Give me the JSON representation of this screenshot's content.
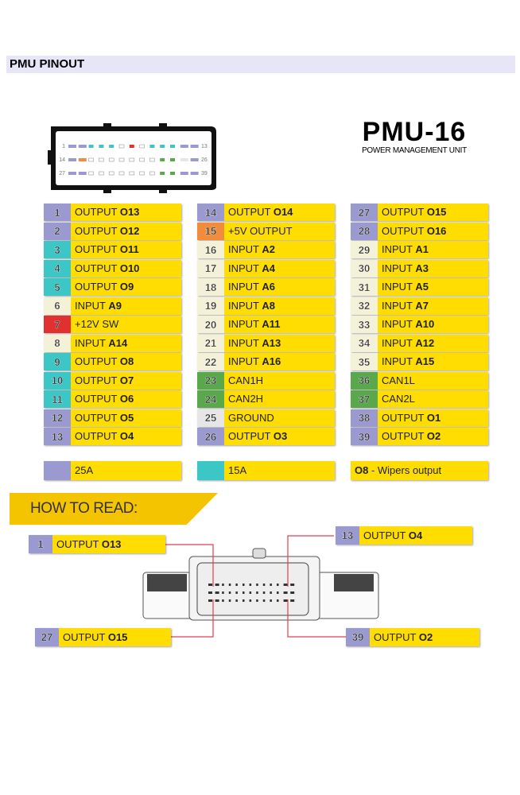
{
  "title": "PMU PINOUT",
  "brand": {
    "name": "PMU-16",
    "subtitle": "POWER MANAGEMENT UNIT"
  },
  "colors": {
    "purple": "#9a9ad0",
    "teal": "#3cc6c6",
    "cream": "#f4f1d9",
    "red": "#e03030",
    "orange": "#f08c3c",
    "green": "#5aa84c",
    "gray": "#e6e6e6",
    "yellow": "#ffdd00"
  },
  "columns": [
    [
      {
        "n": "1",
        "c": "purple",
        "p": "OUTPUT ",
        "b": "O13"
      },
      {
        "n": "2",
        "c": "purple",
        "p": "OUTPUT ",
        "b": "O12"
      },
      {
        "n": "3",
        "c": "teal",
        "p": "OUTPUT ",
        "b": "O11"
      },
      {
        "n": "4",
        "c": "teal",
        "p": "OUTPUT ",
        "b": "O10"
      },
      {
        "n": "5",
        "c": "teal",
        "p": "OUTPUT ",
        "b": "O9"
      },
      {
        "n": "6",
        "c": "cream",
        "p": "INPUT ",
        "b": "A9"
      },
      {
        "n": "7",
        "c": "red",
        "p": "+12V SW",
        "b": ""
      },
      {
        "n": "8",
        "c": "cream",
        "p": "INPUT ",
        "b": "A14"
      },
      {
        "n": "9",
        "c": "teal",
        "p": "OUTPUT ",
        "b": "O8"
      },
      {
        "n": "10",
        "c": "teal",
        "p": "OUTPUT ",
        "b": "O7"
      },
      {
        "n": "11",
        "c": "teal",
        "p": "OUTPUT ",
        "b": "O6"
      },
      {
        "n": "12",
        "c": "purple",
        "p": "OUTPUT ",
        "b": "O5"
      },
      {
        "n": "13",
        "c": "purple",
        "p": "OUTPUT ",
        "b": "O4"
      }
    ],
    [
      {
        "n": "14",
        "c": "purple",
        "p": "OUTPUT ",
        "b": "O14"
      },
      {
        "n": "15",
        "c": "orange",
        "p": "+5V OUTPUT",
        "b": ""
      },
      {
        "n": "16",
        "c": "cream",
        "p": "INPUT ",
        "b": "A2"
      },
      {
        "n": "17",
        "c": "cream",
        "p": "INPUT ",
        "b": "A4"
      },
      {
        "n": "18",
        "c": "cream",
        "p": "INPUT ",
        "b": "A6"
      },
      {
        "n": "19",
        "c": "cream",
        "p": "INPUT ",
        "b": "A8"
      },
      {
        "n": "20",
        "c": "cream",
        "p": "INPUT ",
        "b": "A11"
      },
      {
        "n": "21",
        "c": "cream",
        "p": "INPUT ",
        "b": "A13"
      },
      {
        "n": "22",
        "c": "cream",
        "p": "INPUT ",
        "b": "A16"
      },
      {
        "n": "23",
        "c": "green",
        "p": "CAN1H",
        "b": ""
      },
      {
        "n": "24",
        "c": "green",
        "p": "CAN2H",
        "b": ""
      },
      {
        "n": "25",
        "c": "gray",
        "p": "GROUND",
        "b": ""
      },
      {
        "n": "26",
        "c": "purple",
        "p": "OUTPUT ",
        "b": "O3"
      }
    ],
    [
      {
        "n": "27",
        "c": "purple",
        "p": "OUTPUT ",
        "b": "O15"
      },
      {
        "n": "28",
        "c": "purple",
        "p": "OUTPUT ",
        "b": "O16"
      },
      {
        "n": "29",
        "c": "cream",
        "p": "INPUT ",
        "b": "A1"
      },
      {
        "n": "30",
        "c": "cream",
        "p": "INPUT ",
        "b": "A3"
      },
      {
        "n": "31",
        "c": "cream",
        "p": "INPUT ",
        "b": "A5"
      },
      {
        "n": "32",
        "c": "cream",
        "p": "INPUT ",
        "b": "A7"
      },
      {
        "n": "33",
        "c": "cream",
        "p": "INPUT ",
        "b": "A10"
      },
      {
        "n": "34",
        "c": "cream",
        "p": "INPUT ",
        "b": "A12"
      },
      {
        "n": "35",
        "c": "cream",
        "p": "INPUT ",
        "b": "A15"
      },
      {
        "n": "36",
        "c": "green",
        "p": "CAN1L",
        "b": ""
      },
      {
        "n": "37",
        "c": "green",
        "p": "CAN2L",
        "b": ""
      },
      {
        "n": "38",
        "c": "purple",
        "p": "OUTPUT ",
        "b": "O1"
      },
      {
        "n": "39",
        "c": "purple",
        "p": "OUTPUT ",
        "b": "O2"
      }
    ]
  ],
  "connector_labels": [
    "1",
    "13",
    "14",
    "26",
    "27",
    "39"
  ],
  "legend": [
    {
      "c": "purple",
      "label": "25A"
    },
    {
      "c": "teal",
      "label": "15A"
    },
    {
      "bold": "O8",
      "label": " - Wipers output"
    }
  ],
  "how_to_read": {
    "title": "HOW TO READ:",
    "examples": [
      {
        "n": "1",
        "p": "OUTPUT ",
        "b": "O13"
      },
      {
        "n": "13",
        "p": "OUTPUT ",
        "b": "O4"
      },
      {
        "n": "27",
        "p": "OUTPUT ",
        "b": "O15"
      },
      {
        "n": "39",
        "p": "OUTPUT ",
        "b": "O2"
      }
    ]
  }
}
